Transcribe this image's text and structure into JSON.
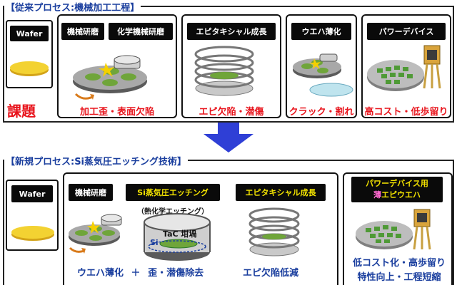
{
  "old_process": {
    "title": "【従来プロセス:機械加工工程】",
    "steps": {
      "wafer": "Wafer",
      "mech_polish": "機械研磨",
      "cmp": "化学機械研磨",
      "epi": "エピタキシャル成長",
      "thinning": "ウエハ薄化",
      "power": "パワーデバイス"
    },
    "issue_label": "課題",
    "issues": {
      "polish": "加工歪・表面欠陥",
      "epi": "エピ欠陥・潜傷",
      "thinning": "クラック・割れ",
      "power": "高コスト・低歩留り"
    }
  },
  "new_process": {
    "title": "【新規プロセス:Si蒸気圧エッチング技術】",
    "steps": {
      "wafer": "Wafer",
      "mech_polish": "機械研磨",
      "si_etch": "Si蒸気圧エッチング",
      "si_etch_sub": "（熱化学エッチング）",
      "crucible": "TaC 坩堝",
      "si_label": "Si",
      "epi": "エピタキシャル成長",
      "power_line1": "パワーデバイス用",
      "power_line2_thin": "薄",
      "power_line2_rest": "エピウエハ"
    },
    "results": {
      "thinning": "ウエハ薄化",
      "plus": "＋",
      "removal": "歪・潜傷除去",
      "epi": "エピ欠陥低減",
      "benefit1": "低コスト化・高歩留り",
      "benefit2": "特性向上・工程短縮"
    }
  },
  "colors": {
    "accent_blue": "#1a3e9e",
    "issue_red": "#e8141c",
    "header_black": "#0a0a0a",
    "highlight_yellow": "#f2e200",
    "arrow_blue": "#2f3fd6",
    "wafer_yellow": "#f3d232"
  }
}
